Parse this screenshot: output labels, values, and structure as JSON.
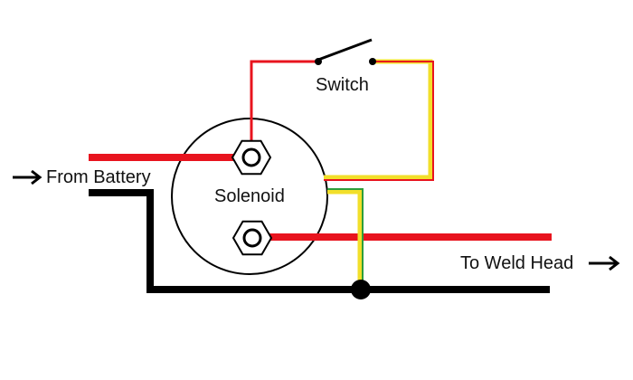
{
  "labels": {
    "switch": "Switch",
    "solenoid": "Solenoid",
    "from_battery": "From Battery",
    "to_weld_head": "To Weld Head"
  },
  "colors": {
    "red_wire": "#e8141e",
    "black_wire": "#000000",
    "yellow_wire": "#f2df2a",
    "green_wire": "#2e9e3a",
    "background": "#ffffff"
  },
  "icons": {
    "terminal": "hex-nut-icon",
    "switch": "open-switch-icon",
    "junction": "junction-dot-icon",
    "arrow": "right-arrow-icon"
  }
}
